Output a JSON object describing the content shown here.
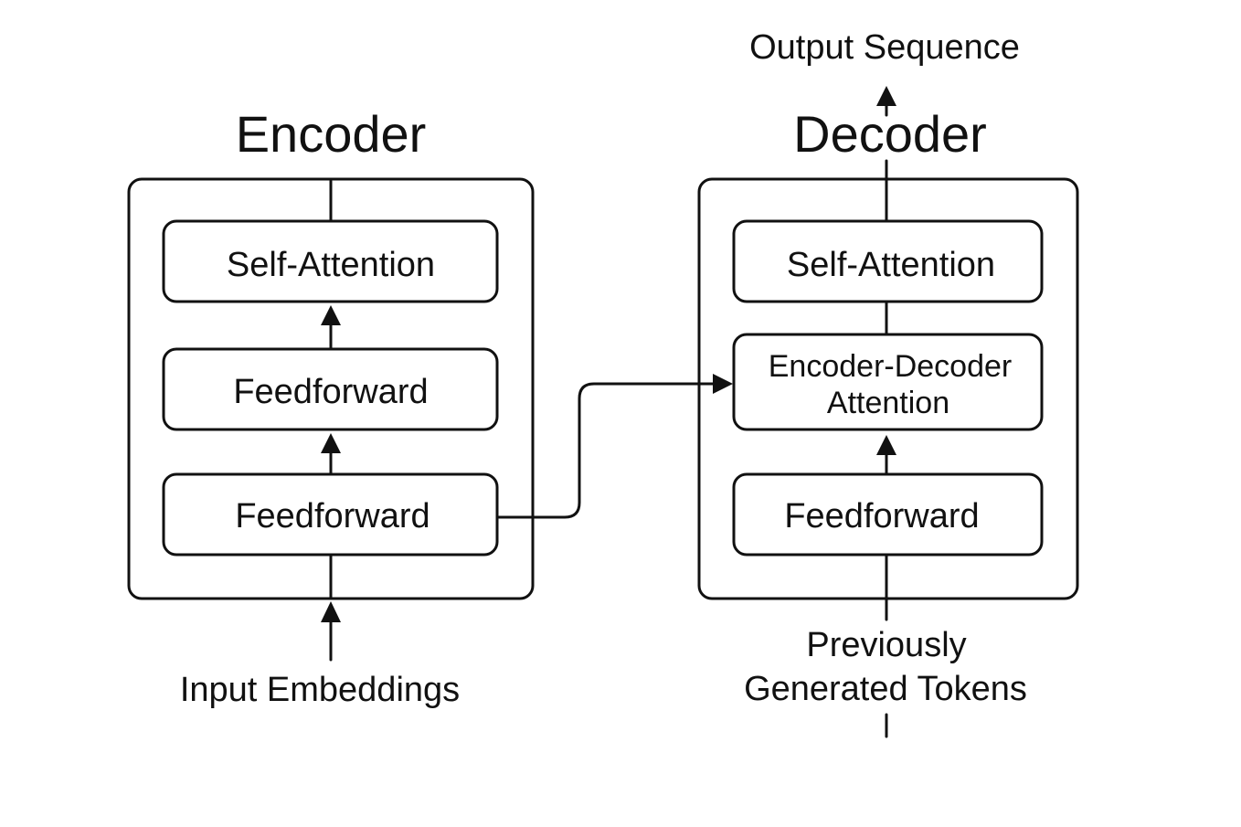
{
  "encoder": {
    "title": "Encoder",
    "blocks": {
      "self_attention": "Self-Attention",
      "feedforward_upper": "Feedforward",
      "feedforward_lower": "Feedforward"
    },
    "input_label": "Input Embeddings"
  },
  "decoder": {
    "title": "Decoder",
    "blocks": {
      "self_attention": "Self-Attention",
      "enc_dec_attention_line1": "Encoder-Decoder",
      "enc_dec_attention_line2": "Attention",
      "feedforward": "Feedforward"
    },
    "input_label_line1": "Previously",
    "input_label_line2": "Generated Tokens",
    "output_label": "Output Sequence"
  }
}
